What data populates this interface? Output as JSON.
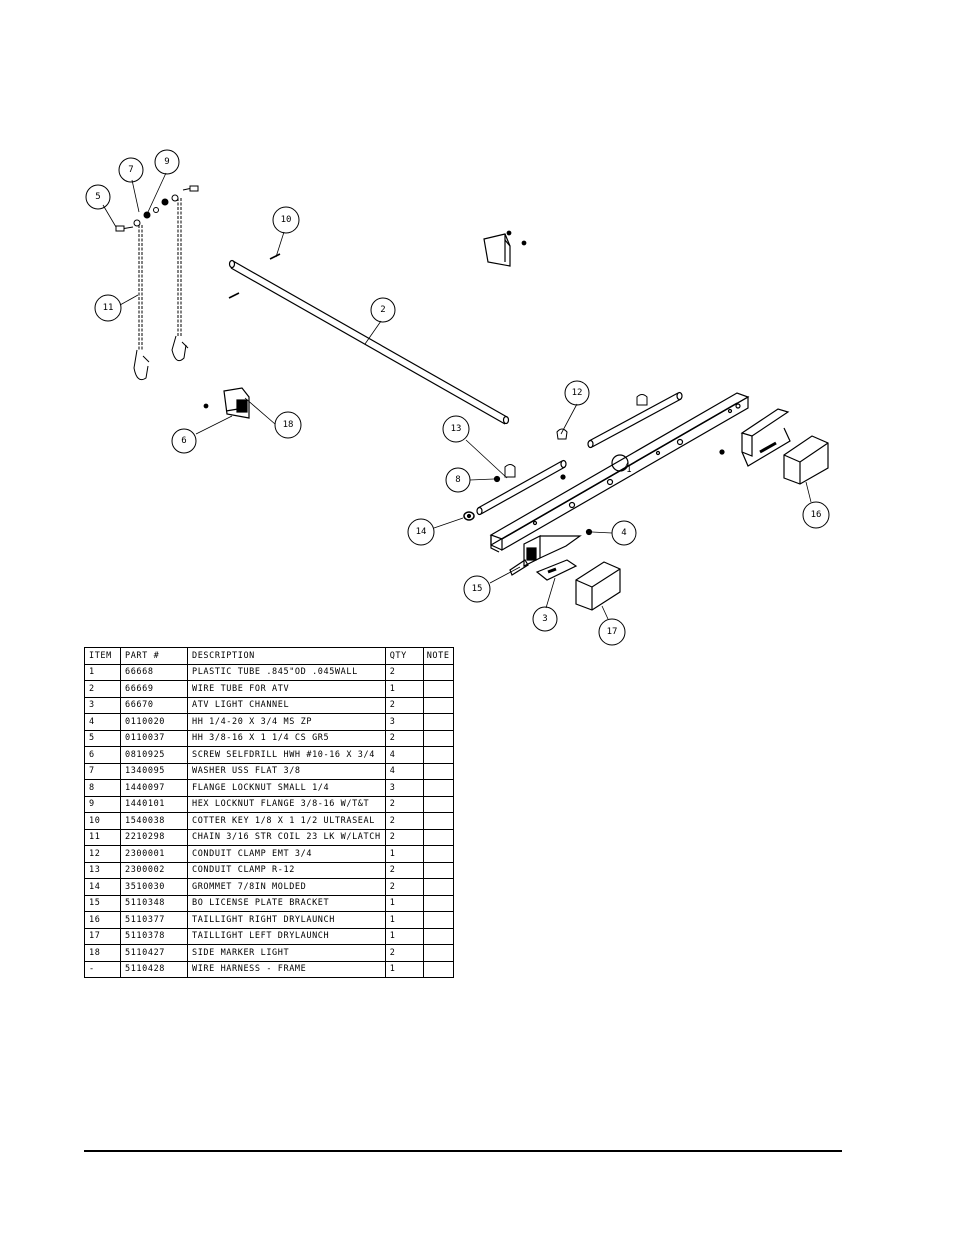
{
  "drawing": {
    "balloons": [
      "1",
      "2",
      "3",
      "4",
      "5",
      "6",
      "7",
      "8",
      "9",
      "10",
      "11",
      "12",
      "13",
      "14",
      "15",
      "16",
      "17",
      "18"
    ]
  },
  "parts_table": {
    "headers": [
      "ITEM",
      "PART #",
      "DESCRIPTION",
      "QTY",
      "NOTE"
    ],
    "rows": [
      [
        "1",
        "66668",
        "PLASTIC TUBE .845\"OD .045WALL",
        "2",
        ""
      ],
      [
        "2",
        "66669",
        "WIRE TUBE FOR ATV",
        "1",
        ""
      ],
      [
        "3",
        "66670",
        "ATV LIGHT CHANNEL",
        "2",
        ""
      ],
      [
        "4",
        "0110020",
        "HH 1/4-20 X 3/4 MS ZP",
        "3",
        ""
      ],
      [
        "5",
        "0110037",
        "HH 3/8-16 X 1 1/4 CS GR5",
        "2",
        ""
      ],
      [
        "6",
        "0810925",
        "SCREW SELFDRILL HWH #10-16 X 3/4",
        "4",
        ""
      ],
      [
        "7",
        "1340095",
        "WASHER USS FLAT 3/8",
        "4",
        ""
      ],
      [
        "8",
        "1440097",
        "FLANGE LOCKNUT SMALL 1/4",
        "3",
        ""
      ],
      [
        "9",
        "1440101",
        "HEX LOCKNUT FLANGE 3/8-16 W/T&T",
        "2",
        ""
      ],
      [
        "10",
        "1540038",
        "COTTER KEY 1/8 X 1 1/2 ULTRASEAL",
        "2",
        ""
      ],
      [
        "11",
        "2210298",
        "CHAIN 3/16 STR COIL 23 LK W/LATCH",
        "2",
        ""
      ],
      [
        "12",
        "2300001",
        "CONDUIT CLAMP EMT 3/4",
        "1",
        ""
      ],
      [
        "13",
        "2300002",
        "CONDUIT CLAMP R-12",
        "2",
        ""
      ],
      [
        "14",
        "3510030",
        "GROMMET  7/8IN MOLDED",
        "2",
        ""
      ],
      [
        "15",
        "5110348",
        "BO LICENSE PLATE BRACKET",
        "1",
        ""
      ],
      [
        "16",
        "5110377",
        "TAILLIGHT  RIGHT  DRYLAUNCH",
        "1",
        ""
      ],
      [
        "17",
        "5110378",
        "TAILLIGHT  LEFT  DRYLAUNCH",
        "1",
        ""
      ],
      [
        "18",
        "5110427",
        "SIDE MARKER LIGHT",
        "2",
        ""
      ],
      [
        "-",
        "5110428",
        "WIRE HARNESS - FRAME",
        "1",
        ""
      ]
    ]
  }
}
